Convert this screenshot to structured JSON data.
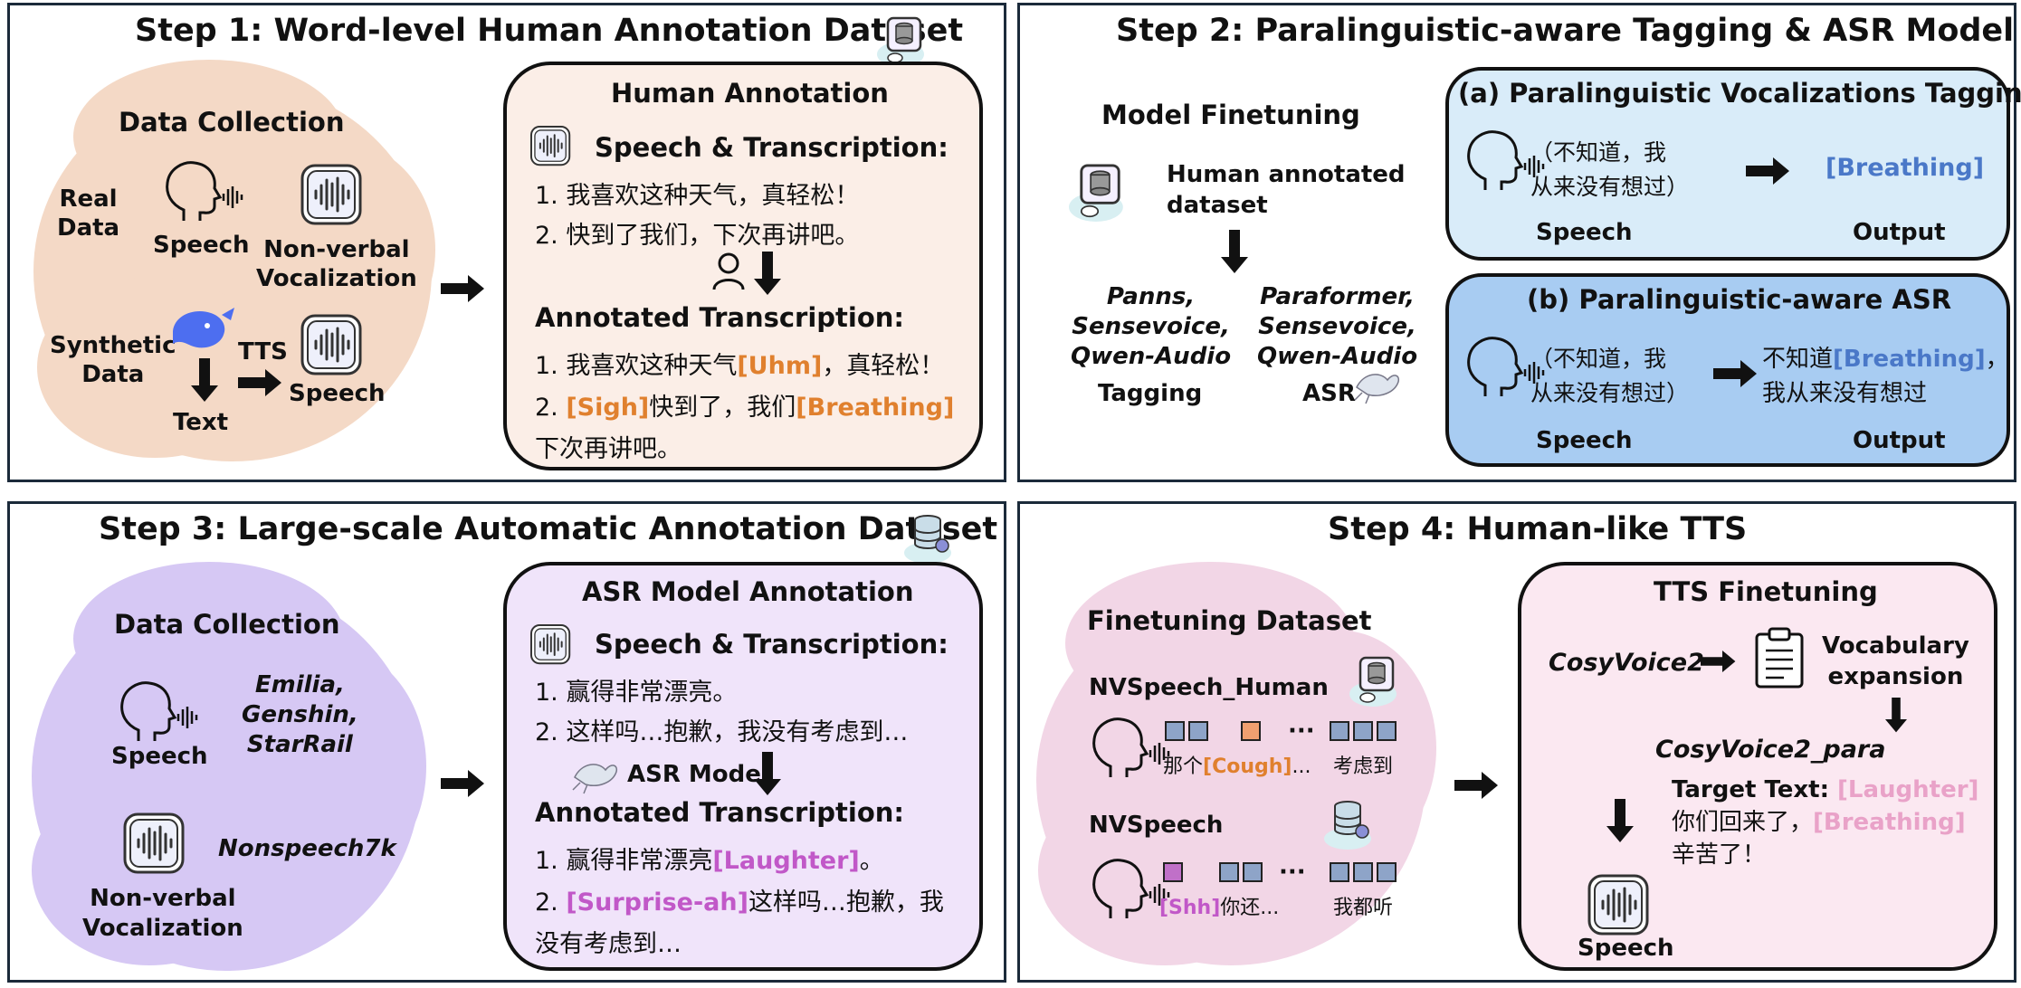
{
  "step1": {
    "title": "Step 1: Word-level Human Annotation Dataset",
    "data_collection": {
      "title": "Data Collection",
      "real_data": "Real\nData",
      "speech": "Speech",
      "nonverbal": "Non-verbal\nVocalization",
      "synthetic_data": "Synthetic\nData",
      "tts": "TTS",
      "text": "Text",
      "speech2": "Speech"
    },
    "human_annotation": {
      "title": "Human Annotation",
      "speech_transcription": "Speech & Transcription:",
      "line1": "1. 我喜欢这种天气，真轻松！",
      "line2": "2. 快到了我们，下次再讲吧。",
      "annotated": "Annotated Transcription:",
      "a1_pre": "1. 我喜欢这种天气",
      "a1_tag": "[Uhm]",
      "a1_post": "，真轻松！",
      "a2_pre": "2. ",
      "a2_tag1": "[Sigh]",
      "a2_mid": "快到了，我们",
      "a2_tag2": "[Breathing]",
      "a2_post": "下次再讲吧。"
    }
  },
  "step2": {
    "title": "Step 2: Paralinguistic-aware Tagging & ASR Model",
    "model_finetuning": "Model Finetuning",
    "human_dataset": "Human annotated\ndataset",
    "tagging_models": "Panns,\nSensevoice,\nQwen-Audio",
    "tagging": "Tagging",
    "asr_models": "Paraformer,\nSensevoice,\nQwen-Audio",
    "asr": "ASR",
    "a": {
      "title": "(a) Paralinguistic Vocalizations Tagging",
      "input": "（不知道，我\n从来没有想过）",
      "output": "[Breathing]",
      "speech": "Speech",
      "output_label": "Output"
    },
    "b": {
      "title": "(b) Paralinguistic-aware ASR",
      "input": "（不知道，我\n从来没有想过）",
      "out_pre": "不知道",
      "out_tag": "[Breathing]",
      "out_post1": "，",
      "out_line2": "我从来没有想过",
      "speech": "Speech",
      "output_label": "Output"
    }
  },
  "step3": {
    "title": "Step 3: Large-scale Automatic Annotation Dataset",
    "data_collection": {
      "title": "Data Collection",
      "speech": "Speech",
      "sources": "Emilia,\nGenshin,\nStarRail",
      "nonverbal": "Non-verbal\nVocalization",
      "nonspeech": "Nonspeech7k"
    },
    "asr_annotation": {
      "title": "ASR Model  Annotation",
      "speech_transcription": "Speech & Transcription:",
      "line1": "1. 赢得非常漂亮。",
      "line2": "2. 这样吗…抱歉，我没有考虑到…",
      "asr_model": "ASR Model",
      "annotated": "Annotated Transcription:",
      "a1_pre": "1. 赢得非常漂亮",
      "a1_tag": "[Laughter]",
      "a1_post": "。",
      "a2_pre": "2. ",
      "a2_tag": "[Surprise-ah]",
      "a2_post": "这样吗…抱歉，我",
      "a2_line2": "没有考虑到…"
    }
  },
  "step4": {
    "title": "Step 4: Human-like TTS",
    "finetuning_dataset": {
      "title": "Finetuning Dataset",
      "nv_human": "NVSpeech_Human",
      "nv_human_text1_pre": "那个",
      "nv_human_text1_tag": "[Cough]",
      "nv_human_text1_post": "...",
      "nv_human_text2": "考虑到",
      "ellipsis": "···",
      "nvspeech": "NVSpeech",
      "nv_text1_tag": "[Shh]",
      "nv_text1_post": "你还...",
      "nv_text2": "我都听"
    },
    "tts_finetuning": {
      "title": "TTS Finetuning",
      "cosyvoice2": "CosyVoice2",
      "vocab": "Vocabulary\nexpansion",
      "cosyvoice2_para": "CosyVoice2_para",
      "target_label": "Target Text: ",
      "target_tag1": "[Laughter]",
      "target_line2_pre": "你们回来了，",
      "target_tag2": "[Breathing]",
      "target_line3": "辛苦了！",
      "speech": "Speech"
    }
  },
  "colors": {
    "peach_cloud": "#f4d9c6",
    "peach_box": "#fbeee7",
    "lavender_cloud": "#d6c8f4",
    "lavender_box": "#f0e4fa",
    "pink_cloud": "#f2d6e6",
    "pink_box": "#fbe8f1",
    "light_blue_box": "#d9ecf9",
    "blue_box": "#a8ccf2"
  }
}
